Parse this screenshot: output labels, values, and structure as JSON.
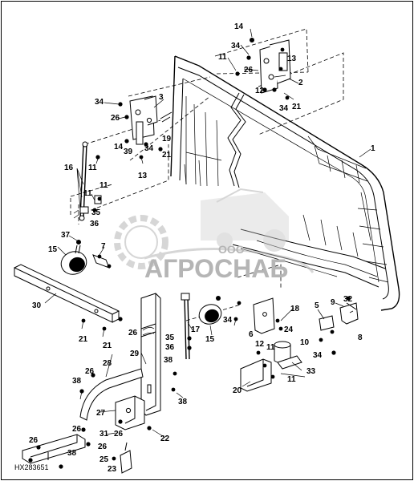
{
  "figure": {
    "code": "HX283651",
    "watermark": {
      "prefix": "ООО",
      "brand": "АГРОСНАБ",
      "color": "#b5b5b5"
    }
  },
  "callouts": [
    {
      "id": "c1",
      "label": "1"
    },
    {
      "id": "c2",
      "label": "2"
    },
    {
      "id": "c3",
      "label": "3"
    },
    {
      "id": "c5",
      "label": "5"
    },
    {
      "id": "c6",
      "label": "6"
    },
    {
      "id": "c7",
      "label": "7"
    },
    {
      "id": "c8",
      "label": "8"
    },
    {
      "id": "c9",
      "label": "9"
    },
    {
      "id": "c10",
      "label": "10"
    },
    {
      "id": "c11a",
      "label": "11"
    },
    {
      "id": "c11b",
      "label": "11"
    },
    {
      "id": "c11c",
      "label": "11"
    },
    {
      "id": "c11d",
      "label": "11"
    },
    {
      "id": "c11e",
      "label": "11"
    },
    {
      "id": "c11f",
      "label": "11"
    },
    {
      "id": "c12a",
      "label": "12"
    },
    {
      "id": "c12b",
      "label": "12"
    },
    {
      "id": "c13a",
      "label": "13"
    },
    {
      "id": "c13b",
      "label": "13"
    },
    {
      "id": "c14a",
      "label": "14"
    },
    {
      "id": "c14b",
      "label": "14"
    },
    {
      "id": "c15a",
      "label": "15"
    },
    {
      "id": "c15b",
      "label": "15"
    },
    {
      "id": "c16",
      "label": "16"
    },
    {
      "id": "c17",
      "label": "17"
    },
    {
      "id": "c18",
      "label": "18"
    },
    {
      "id": "c19",
      "label": "19"
    },
    {
      "id": "c20",
      "label": "20"
    },
    {
      "id": "c21a",
      "label": "21"
    },
    {
      "id": "c21b",
      "label": "21"
    },
    {
      "id": "c21c",
      "label": "21"
    },
    {
      "id": "c21d",
      "label": "21"
    },
    {
      "id": "c22",
      "label": "22"
    },
    {
      "id": "c23",
      "label": "23"
    },
    {
      "id": "c24",
      "label": "24"
    },
    {
      "id": "c25",
      "label": "25"
    },
    {
      "id": "c26a",
      "label": "26"
    },
    {
      "id": "c26b",
      "label": "26"
    },
    {
      "id": "c26c",
      "label": "26"
    },
    {
      "id": "c26d",
      "label": "26"
    },
    {
      "id": "c26e",
      "label": "26"
    },
    {
      "id": "c26f",
      "label": "26"
    },
    {
      "id": "c26g",
      "label": "26"
    },
    {
      "id": "c26h",
      "label": "26"
    },
    {
      "id": "c27",
      "label": "27"
    },
    {
      "id": "c28",
      "label": "28"
    },
    {
      "id": "c29",
      "label": "29"
    },
    {
      "id": "c30",
      "label": "30"
    },
    {
      "id": "c31",
      "label": "31"
    },
    {
      "id": "c32",
      "label": "32"
    },
    {
      "id": "c33",
      "label": "33"
    },
    {
      "id": "c34a",
      "label": "34"
    },
    {
      "id": "c34b",
      "label": "34"
    },
    {
      "id": "c34c",
      "label": "34"
    },
    {
      "id": "c34d",
      "label": "34"
    },
    {
      "id": "c34e",
      "label": "34"
    },
    {
      "id": "c34f",
      "label": "34"
    },
    {
      "id": "c35a",
      "label": "35"
    },
    {
      "id": "c35b",
      "label": "35"
    },
    {
      "id": "c36a",
      "label": "36"
    },
    {
      "id": "c36b",
      "label": "36"
    },
    {
      "id": "c37",
      "label": "37"
    },
    {
      "id": "c38a",
      "label": "38"
    },
    {
      "id": "c38b",
      "label": "38"
    },
    {
      "id": "c38c",
      "label": "38"
    },
    {
      "id": "c38d",
      "label": "38"
    },
    {
      "id": "c39",
      "label": "39"
    }
  ]
}
